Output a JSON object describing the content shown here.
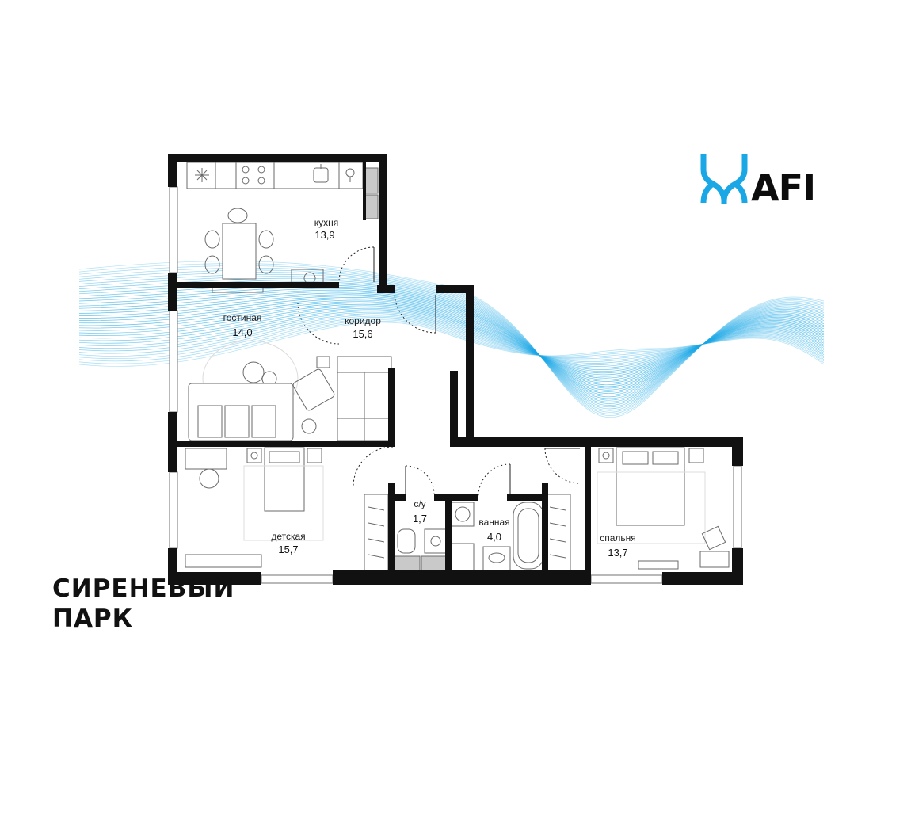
{
  "brand": {
    "project_line1": "СИРЕНЕВЫЙ",
    "project_line2": "ПАРК",
    "logo_text": "AFI",
    "accent_color": "#1aa7e6",
    "wall_color": "#111111",
    "window_color": "#8a8a8a"
  },
  "rooms": [
    {
      "id": "kitchen",
      "name": "кухня",
      "area": "13,9"
    },
    {
      "id": "living",
      "name": "гостиная",
      "area": "14,0"
    },
    {
      "id": "corridor",
      "name": "коридор",
      "area": "15,6"
    },
    {
      "id": "kids",
      "name": "детская",
      "area": "15,7"
    },
    {
      "id": "wc",
      "name": "с/у",
      "area": "1,7"
    },
    {
      "id": "bathroom",
      "name": "ванная",
      "area": "4,0"
    },
    {
      "id": "bedroom",
      "name": "спальня",
      "area": "13,7"
    }
  ],
  "icons": [
    "afi-logo-icon",
    "fridge-icon",
    "stove-icon",
    "sink-icon",
    "washing-machine-icon",
    "bathtub-icon",
    "toilet-icon",
    "bed-icon",
    "sofa-icon",
    "dining-table-icon",
    "wardrobe-icon"
  ]
}
